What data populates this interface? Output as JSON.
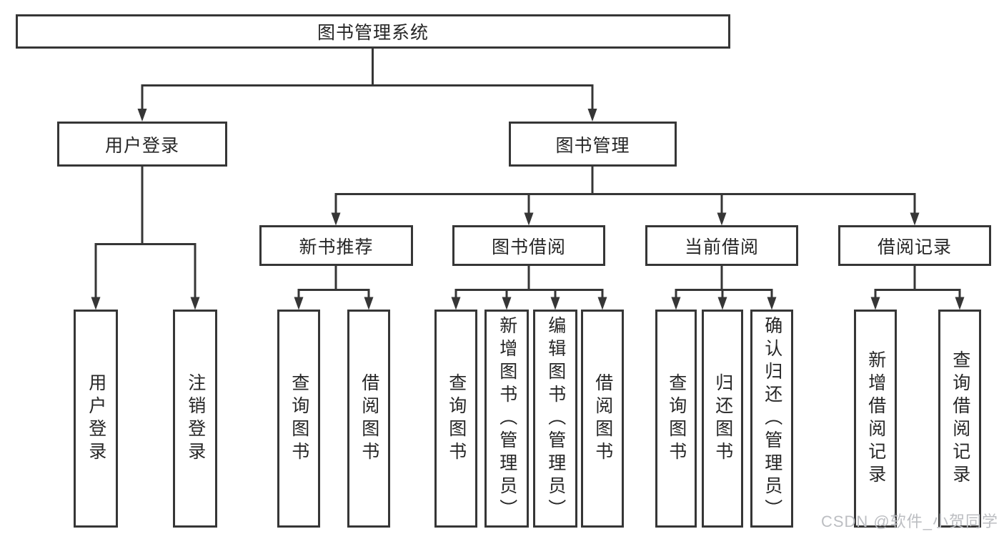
{
  "colors": {
    "line": "#363636",
    "box_border": "#363636",
    "text": "#262626",
    "watermark": "#bcbec2",
    "background": "#ffffff"
  },
  "watermark": {
    "text": "CSDN @软件_小贺同学"
  },
  "tree": {
    "label": "图书管理系统",
    "children": [
      {
        "label": "用户登录",
        "children": [
          {
            "label": "用户登录"
          },
          {
            "label": "注销登录"
          }
        ]
      },
      {
        "label": "图书管理",
        "children": [
          {
            "label": "新书推荐",
            "children": [
              {
                "label": "查询图书"
              },
              {
                "label": "借阅图书"
              }
            ]
          },
          {
            "label": "图书借阅",
            "children": [
              {
                "label": "查询图书"
              },
              {
                "label": "新增图书（管理员）"
              },
              {
                "label": "编辑图书（管理员）"
              },
              {
                "label": "借阅图书"
              }
            ]
          },
          {
            "label": "当前借阅",
            "children": [
              {
                "label": "查询图书"
              },
              {
                "label": "归还图书"
              },
              {
                "label": "确认归还（管理员）"
              }
            ]
          },
          {
            "label": "借阅记录",
            "children": [
              {
                "label": "新增借阅记录"
              },
              {
                "label": "查询借阅记录"
              }
            ]
          }
        ]
      }
    ]
  }
}
